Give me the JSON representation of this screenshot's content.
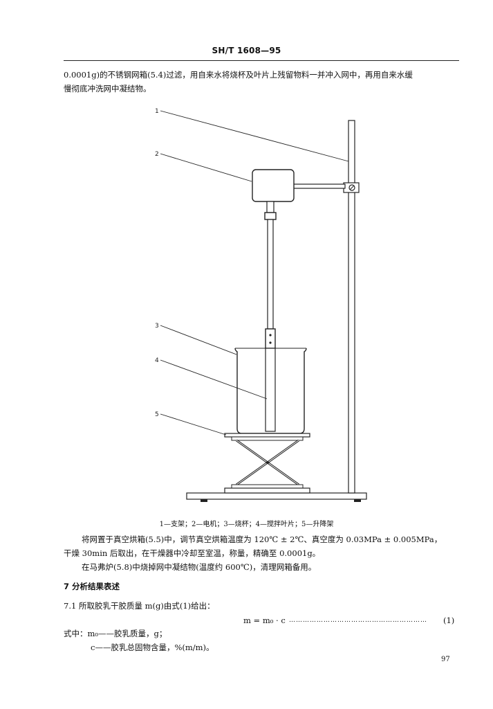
{
  "header": {
    "standard_code": "SH/T 1608—95"
  },
  "intro": {
    "line1": "0.0001g)的不锈钢网箱(5.4)过滤，用自来水将烧杯及叶片上残留物料一并冲入网中，再用自来水缓",
    "line2": "慢彻底冲洗网中凝结物。"
  },
  "figure": {
    "callouts": [
      "1",
      "2",
      "3",
      "4",
      "5"
    ],
    "caption": "1—支架；2—电机；3—烧杯；4—搅拌叶片；5—升降架"
  },
  "body": {
    "p1_line1": "将网置于真空烘箱(5.5)中，调节真空烘箱温度为 120℃ ± 2℃、真空度为 0.03MPa ± 0.005MPa，",
    "p1_line2": "干燥 30min 后取出，在干燥器中冷却至室温，称量，精确至 0.0001g。",
    "p2": "在马弗炉(5.8)中烧掉网中凝结物(温度约 600℃)，清理网箱备用。"
  },
  "section7": {
    "title": "7   分析结果表述",
    "clause_7_1": "7.1   所取胶乳干胶质量 m(g)由式(1)给出：",
    "formula": "m = m₀ · c",
    "formula_dots": "……………………………………………………",
    "formula_number": "(1)",
    "where_m0": "式中：m₀——胶乳质量，g；",
    "where_c": "c——胶乳总固物含量，%(m/m)。"
  },
  "footer": {
    "page_number": "97"
  }
}
